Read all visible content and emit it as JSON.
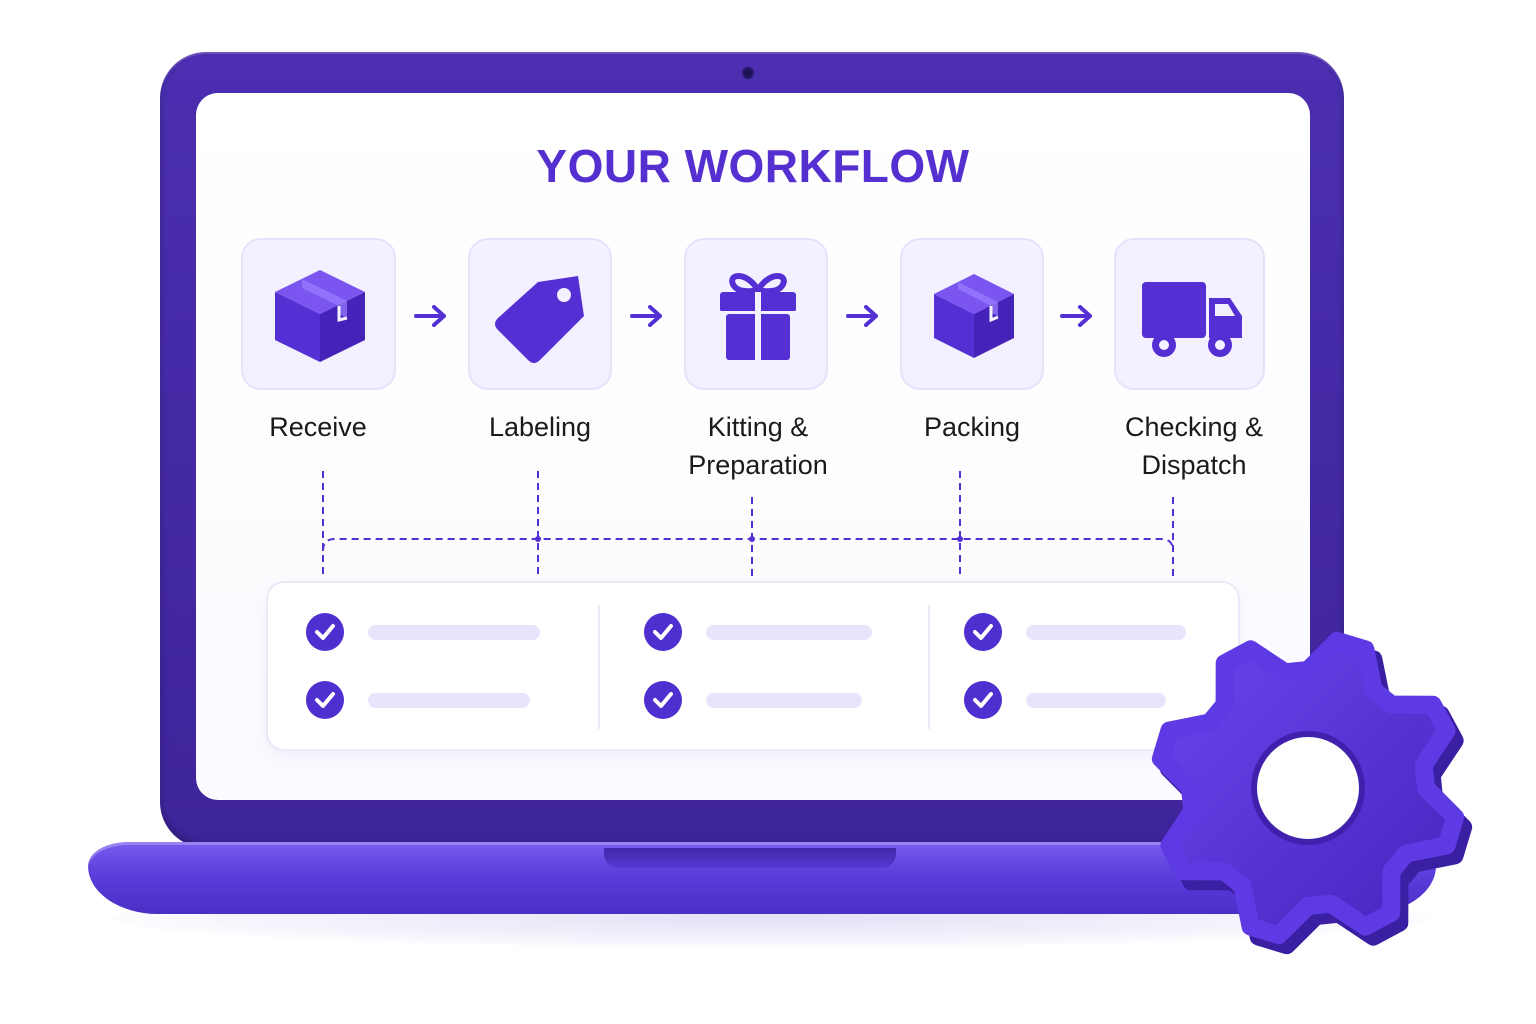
{
  "title": "YOUR WORKFLOW",
  "colors": {
    "accent": "#5530d0",
    "laptop": "#4b2fb0",
    "tile_bg": "#f3f0ff",
    "bar": "#e9e4fb"
  },
  "steps": [
    {
      "label": "Receive",
      "icon": "box-icon"
    },
    {
      "label": "Labeling",
      "icon": "tag-icon"
    },
    {
      "label": "Kitting &\nPreparation",
      "icon": "gift-icon"
    },
    {
      "label": "Packing",
      "icon": "box-icon"
    },
    {
      "label": "Checking &\nDispatch",
      "icon": "truck-icon"
    }
  ],
  "checklist_columns": [
    {
      "items": [
        "checked",
        "checked"
      ]
    },
    {
      "items": [
        "checked",
        "checked"
      ]
    },
    {
      "items": [
        "checked",
        "checked"
      ]
    }
  ],
  "decorations": [
    "laptop",
    "gear-icon",
    "webcam"
  ]
}
